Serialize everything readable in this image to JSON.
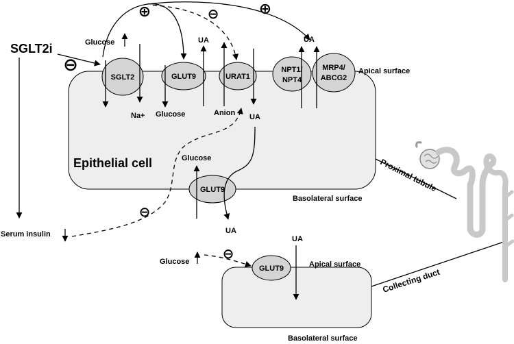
{
  "drug": {
    "label": "SGLT2i"
  },
  "transporters": {
    "sglt2": "SGLT2",
    "glut9_apical": "GLUT9",
    "urat1": "URAT1",
    "npt": [
      "NPT1/",
      "NPT4"
    ],
    "mrp4": [
      "MRP4/",
      "ABCG2"
    ],
    "glut9_basolateral": "GLUT9",
    "glut9_duct": "GLUT9"
  },
  "labels": {
    "glucose_top": "Glucose",
    "na": "Na+",
    "glucose_in": "Glucose",
    "anion": "Anion",
    "ua_glut9": "UA",
    "ua_cell": "UA",
    "ua_apical_efflux": "UA",
    "glucose_baso": "Glucose",
    "ua_baso": "UA",
    "serum_insulin": "Serum insulin",
    "glucose_duct": "Glucose",
    "ua_duct": "UA"
  },
  "cells": {
    "epithelial": "Epithelial cell",
    "apical_surface_top": "Apical surface",
    "basolateral_surface_top": "Basolateral surface",
    "apical_surface_duct": "Apical surface",
    "basolateral_surface_duct": "Basolateral surface"
  },
  "anatomy": {
    "proximal_tubule": "Proximal tubule",
    "collecting_duct": "Collecting duct"
  },
  "signs": {
    "plus": "⊕",
    "minus": "⊖"
  }
}
